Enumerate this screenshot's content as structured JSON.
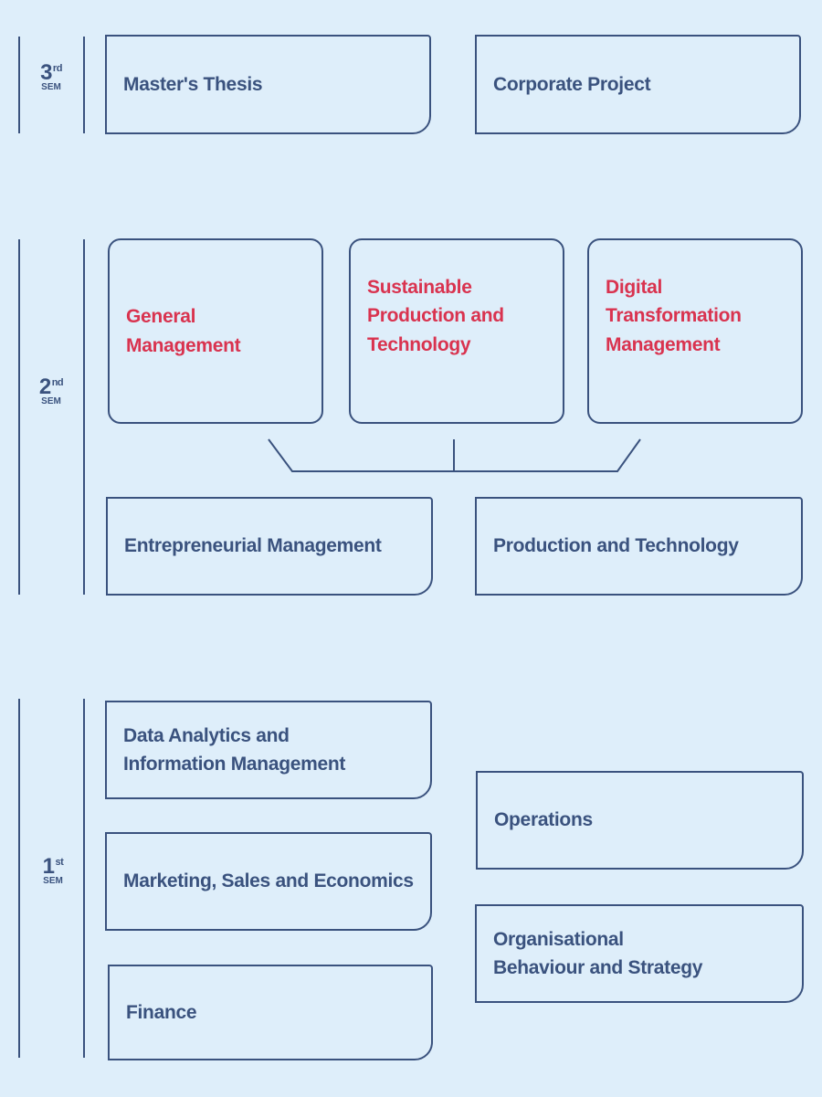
{
  "semesters": {
    "third": {
      "number": "3",
      "suffix": "rd",
      "label": "SEM"
    },
    "second": {
      "number": "2",
      "suffix": "nd",
      "label": "SEM"
    },
    "first": {
      "number": "1",
      "suffix": "st",
      "label": "SEM"
    }
  },
  "third_sem": {
    "masters_thesis": "Master's Thesis",
    "corporate_project": "Corporate Project"
  },
  "second_sem": {
    "electives": {
      "general_management": "General Management",
      "sustainable_production": "Sustainable Production and Technology",
      "digital_transformation": "Digital Transformation Management"
    },
    "tracks": {
      "entrepreneurial_management": "Entrepreneurial Management",
      "production_technology": "Production and Technology"
    }
  },
  "first_sem": {
    "data_analytics": "Data Analytics and Information Management",
    "marketing": "Marketing, Sales and Economics",
    "finance": "Finance",
    "operations": "Operations",
    "organisational_behaviour": "Organisational Behaviour and Strategy"
  },
  "colors": {
    "background": "#deeefa",
    "primary": "#3a527e",
    "accent": "#d9334f"
  }
}
